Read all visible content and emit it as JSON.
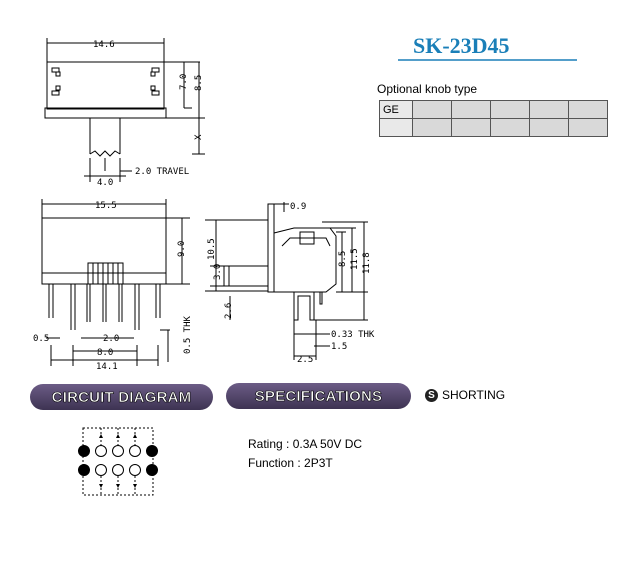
{
  "product": {
    "model": "SK-23D45",
    "title_color": "#1a7fb8"
  },
  "dims": {
    "top_width": "14.6",
    "h7": "7.0",
    "h85": "8.5",
    "x": "X",
    "travel": "2.0 TRAVEL",
    "knob_w": "4.0",
    "front_width": "15.5",
    "front_h": "9.0",
    "pin_l": "0.5",
    "pin_pitch": "2.0",
    "pin_span": "8.0",
    "base_w": "14.1",
    "thk_front": "0.5 THK",
    "side_09": "0.9",
    "side_105": "10.5",
    "side_30": "3.0",
    "side_26": "2.6",
    "side_85": "8.5",
    "side_115": "11.5",
    "side_118": "11.8",
    "side_thk": "0.33 THK",
    "side_15": "1.5",
    "side_25": "2.5"
  },
  "knob_options": {
    "caption": "Optional knob type",
    "row1": [
      "GE",
      "",
      "",
      "",
      "",
      ""
    ],
    "row2": [
      "",
      "",
      "",
      "",
      "",
      ""
    ]
  },
  "sections": {
    "circuit": "CIRCUIT DIAGRAM",
    "specs": "SPECIFICATIONS",
    "shorting_icon": "S",
    "shorting": "SHORTING"
  },
  "specs": {
    "rating": "Rating : 0.3A 50V DC",
    "function": "Function : 2P3T"
  },
  "circuit": {
    "rows": [
      [
        "filled",
        "open",
        "open",
        "open",
        "filled"
      ],
      [
        "filled",
        "open",
        "open",
        "open",
        "filled"
      ]
    ]
  }
}
